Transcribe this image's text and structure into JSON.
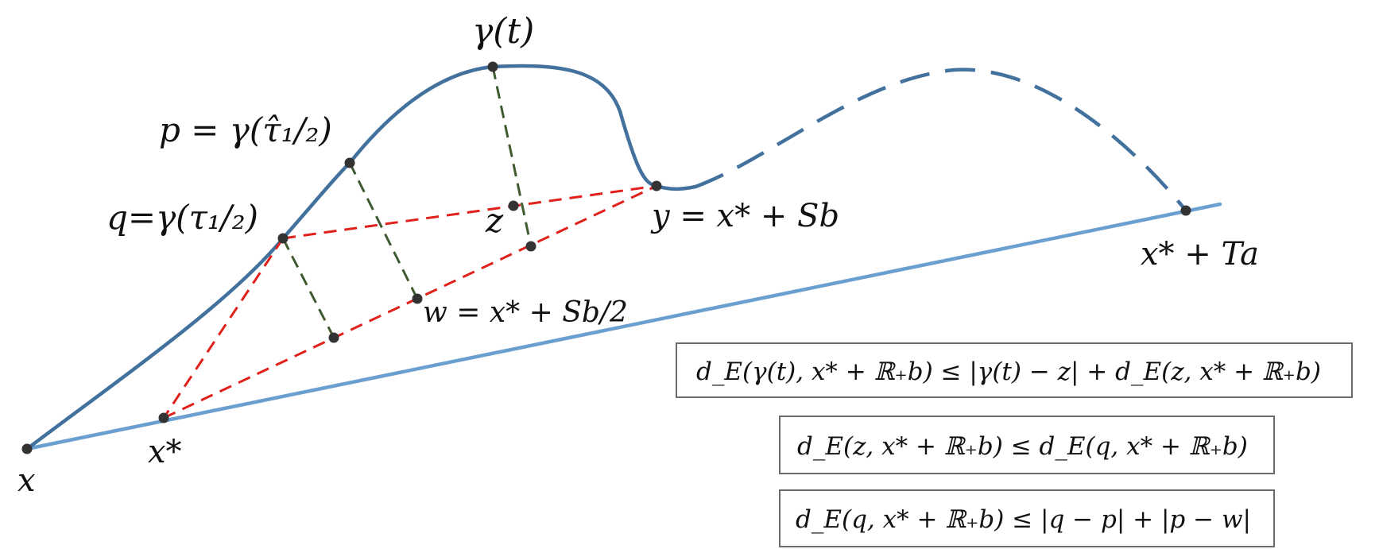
{
  "colors": {
    "curve": "#41719C",
    "baseline": "#6A9FD0",
    "red_dashed": "#E0201B",
    "green_dashed": "#3F5A2E",
    "point": "#333333",
    "box_border": "#6b6b6b"
  },
  "labels": {
    "gamma_t": "γ(t)",
    "p": "p = γ(τ̂₁/₂)",
    "q": "q=γ(τ₁/₂)",
    "z": "z",
    "y": "y = x* + Sb",
    "w": "w = x* + Sb/2",
    "x": "x",
    "x_star": "x*",
    "x_star_Ta": "x* + Ta"
  },
  "equations": [
    "d_E(γ(t), x* + ℝ₊b) ≤ |γ(t) − z| + d_E(z, x* + ℝ₊b)",
    "d_E(z, x* + ℝ₊b) ≤ d_E(q, x* + ℝ₊b)",
    "d_E(q, x* + ℝ₊b) ≤ |q − p| + |p − w|"
  ]
}
